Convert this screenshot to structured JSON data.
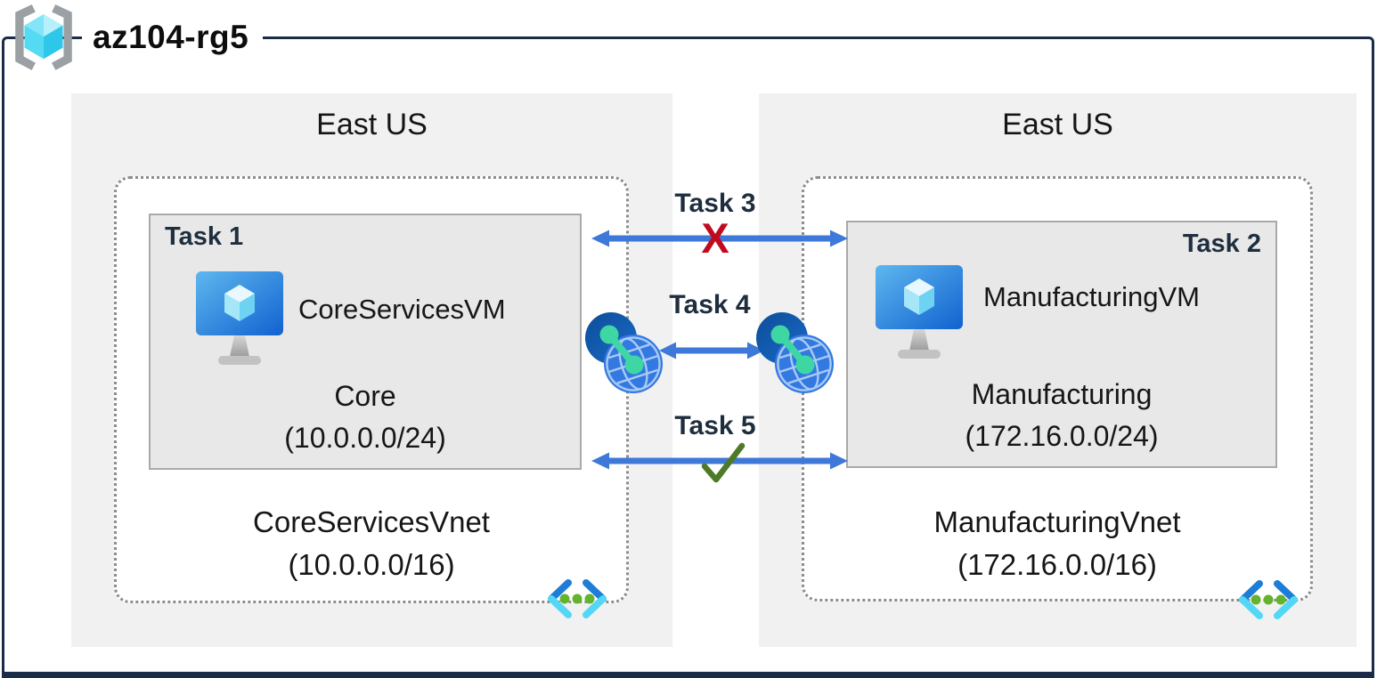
{
  "diagram": {
    "title": "az104-rg5",
    "type": "azure-network-architecture"
  },
  "regions": [
    {
      "name": "East US",
      "vnet": {
        "name": "CoreServicesVnet",
        "cidr": "(10.0.0.0/16)"
      },
      "subnet": {
        "task_label": "Task 1",
        "vm_name": "CoreServicesVM",
        "name": "Core",
        "cidr": "(10.0.0.0/24)"
      }
    },
    {
      "name": "East US",
      "vnet": {
        "name": "ManufacturingVnet",
        "cidr": "(172.16.0.0/16)"
      },
      "subnet": {
        "task_label": "Task 2",
        "vm_name": "ManufacturingVM",
        "name": "Manufacturing",
        "cidr": "(172.16.0.0/24)"
      }
    }
  ],
  "connections": [
    {
      "label": "Task 3",
      "status": "blocked",
      "glyph": "X"
    },
    {
      "label": "Task 4",
      "status": "vnet-peering"
    },
    {
      "label": "Task 5",
      "status": "allowed"
    }
  ],
  "icons": {
    "title_icon": "resource-group",
    "subnet_icon": "virtual-machine",
    "connector_icon": "network-peering",
    "corner_icon": "virtual-network"
  },
  "colors": {
    "frame": "#1a2c47",
    "region_fill": "#f1f1f1",
    "subnet_fill": "#e8e8e8",
    "arrow": "#3e78d8",
    "blocked_x": "#c00b1e",
    "check": "#4e7a28",
    "task_label": "#1f2e3e"
  }
}
